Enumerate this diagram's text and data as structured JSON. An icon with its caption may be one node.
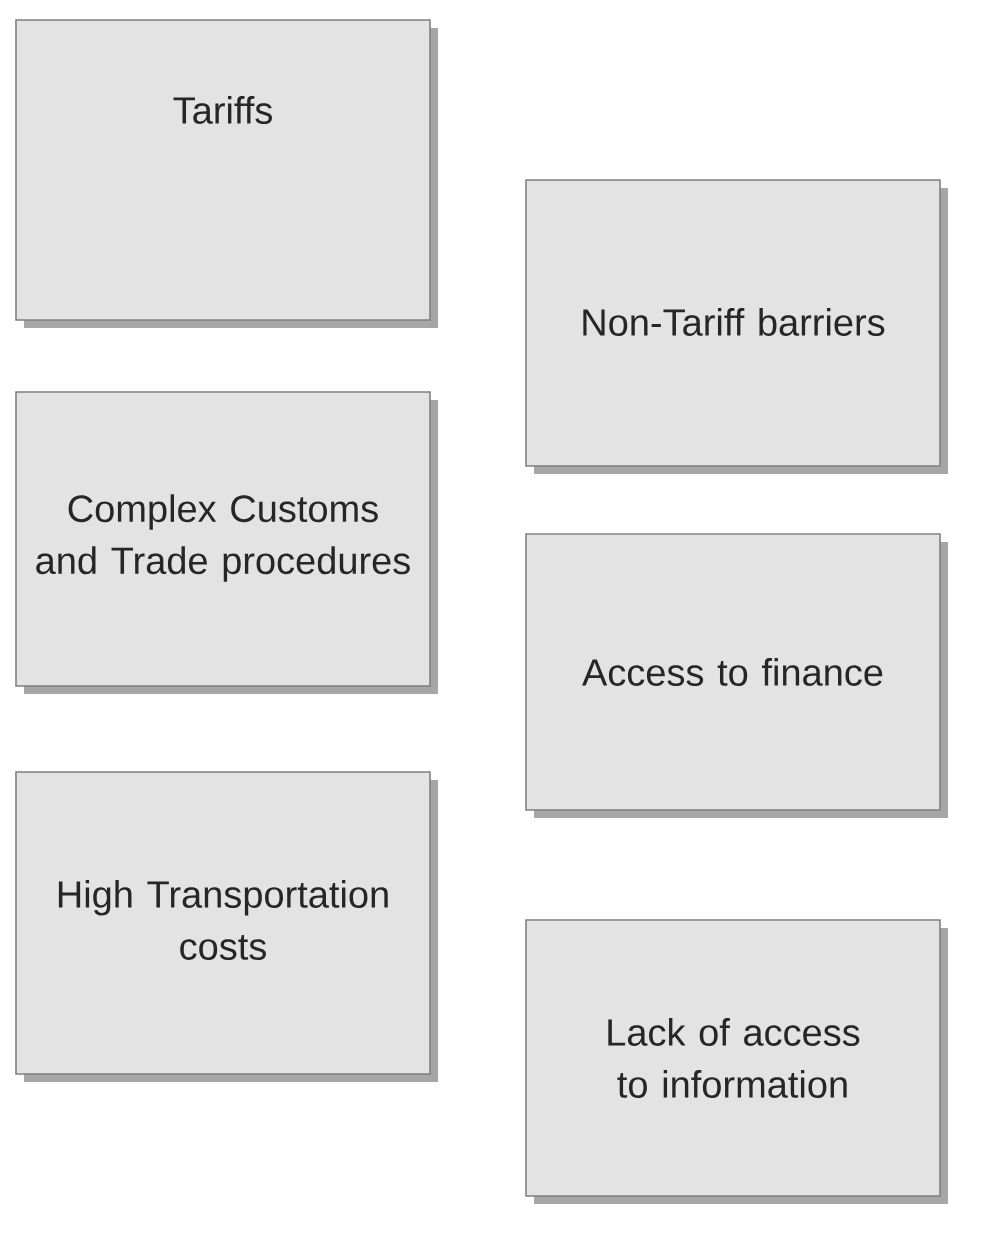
{
  "diagram": {
    "nodes": [
      {
        "text": [
          "Tariffs"
        ]
      },
      {
        "text": [
          "Non-Tariff barriers"
        ]
      },
      {
        "text": [
          "Complex Customs and Trade procedures"
        ]
      },
      {
        "text": [
          "Access to finance"
        ]
      },
      {
        "text": [
          "High Transportation costs"
        ]
      },
      {
        "text": [
          "Lack of access to information"
        ]
      }
    ]
  }
}
